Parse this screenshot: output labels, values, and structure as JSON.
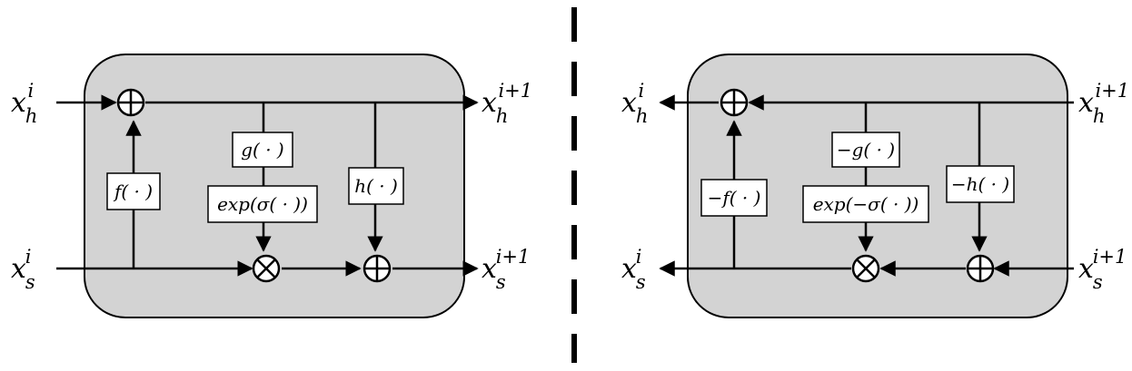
{
  "forward": {
    "input_h": {
      "base": "x",
      "sub": "h",
      "sup": "i"
    },
    "input_s": {
      "base": "x",
      "sub": "s",
      "sup": "i"
    },
    "output_h": {
      "base": "x",
      "sub": "h",
      "sup": "i+1"
    },
    "output_s": {
      "base": "x",
      "sub": "s",
      "sup": "i+1"
    },
    "f_box": "f( · )",
    "g_box": "g( · )",
    "exp_box": "exp(σ( · ))",
    "h_box": "h( · )"
  },
  "inverse": {
    "output_h": {
      "base": "x",
      "sub": "h",
      "sup": "i"
    },
    "output_s": {
      "base": "x",
      "sub": "s",
      "sup": "i"
    },
    "input_h": {
      "base": "x",
      "sub": "h",
      "sup": "i+1"
    },
    "input_s": {
      "base": "x",
      "sub": "s",
      "sup": "i+1"
    },
    "f_box": "−f( · )",
    "g_box": "−g( · )",
    "exp_box": "exp(−σ( · ))",
    "h_box": "−h( · )"
  },
  "colors": {
    "panel": "#d3d3d3",
    "line": "#000000"
  }
}
